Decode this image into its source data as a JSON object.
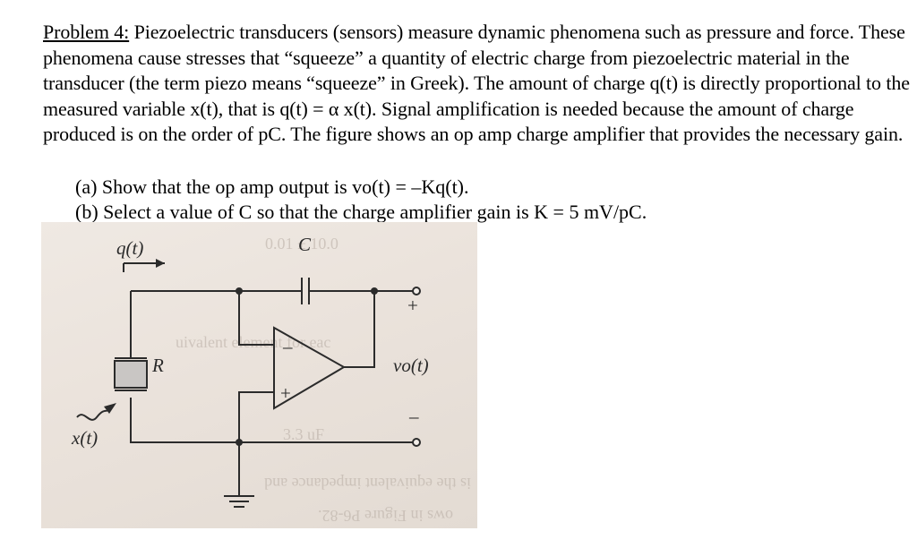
{
  "problem": {
    "label": "Problem 4:",
    "body": " Piezoelectric transducers (sensors) measure dynamic phenomena such as pressure and force. These phenomena cause stresses that “squeeze” a quantity of electric charge from piezoelectric material in the transducer (the term piezo means “squeeze” in Greek). The amount of charge q(t) is directly proportional to the measured variable x(t), that is q(t) = α x(t). Signal amplification is needed because the amount of charge produced is on the order of pC. The figure shows an op amp charge amplifier that provides the necessary gain.",
    "part_a": "(a) Show that the op amp output is vo(t) = –Kq(t).",
    "part_b": "(b) Select a value of C so that the charge amplifier gain is K = 5 mV/pC."
  },
  "circuit": {
    "charge_label": "q(t)",
    "capacitor_label": "C",
    "resistor_label": "R",
    "input_label": "x(t)",
    "output_label": "vo(t)",
    "output_plus": "+",
    "output_minus": "–",
    "opamp_minus": "–",
    "opamp_plus": "+"
  }
}
